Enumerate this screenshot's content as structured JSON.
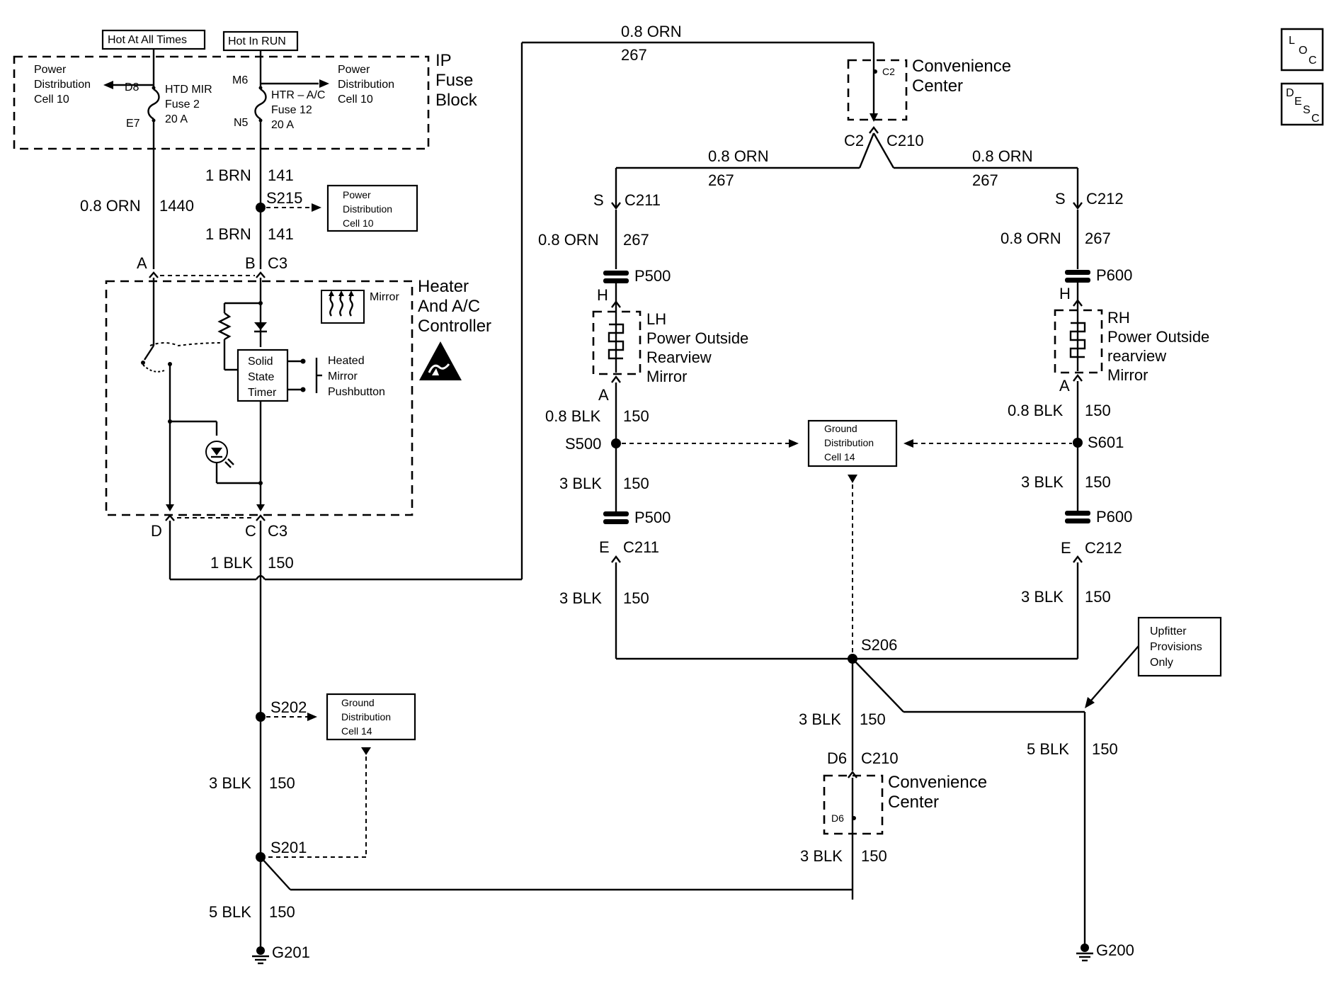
{
  "icons": {
    "loc": "loc-icon",
    "desc": "desc-icon",
    "esd": "esd-warning-icon",
    "mirror": "heated-mirror-icon",
    "ground": "ground-icon",
    "splice": "splice-dot-icon",
    "fuse": "fuse-icon"
  },
  "loc_badge": {
    "big": "L",
    "small1": "O",
    "small2": "C"
  },
  "desc_badge": {
    "big": "D",
    "small1": "E",
    "small2": "S",
    "small3": "C"
  },
  "fuse_block": {
    "hot_at_all_times": "Hot At All Times",
    "hot_in_run": "Hot In RUN",
    "title1": "IP",
    "title2": "Fuse",
    "title3": "Block",
    "left_ref": [
      "Power",
      "Distribution",
      "Cell 10"
    ],
    "right_ref": [
      "Power",
      "Distribution",
      "Cell 10"
    ],
    "d8": "D8",
    "e7": "E7",
    "m6": "M6",
    "n5": "N5",
    "fuse2": [
      "HTD MIR",
      "Fuse 2",
      "20 A"
    ],
    "fuse12": [
      "HTR – A/C",
      "Fuse 12",
      "20 A"
    ]
  },
  "wires": {
    "w1_gauge": "0.8 ORN",
    "w1_num": "1440",
    "brn_a_gauge": "1 BRN",
    "brn_a_num": "141",
    "brn_b_gauge": "1 BRN",
    "brn_b_num": "141",
    "s215": "S215",
    "pd_box": [
      "Power",
      "Distribution",
      "Cell 10"
    ],
    "pinA": "A",
    "pinB": "B",
    "c3_top": "C3",
    "pinD": "D",
    "pinC": "C",
    "c3_bot": "C3",
    "blk1_gauge": "1 BLK",
    "blk1_num": "150",
    "top_gauge": "0.8 ORN",
    "top_num": "267",
    "s202": "S202",
    "gd_box1": [
      "Ground",
      "Distribution",
      "Cell 14"
    ],
    "blk3_gauge": "3 BLK",
    "blk3_num": "150",
    "s201": "S201",
    "blk5_gauge": "5 BLK",
    "blk5_num": "150",
    "g201": "G201"
  },
  "controller": {
    "title": [
      "Heater",
      "And A/C",
      "Controller"
    ],
    "mirror_label": "Mirror",
    "timer": [
      "Solid",
      "State",
      "Timer"
    ],
    "pushbutton": [
      "Heated",
      "Mirror",
      "Pushbutton"
    ]
  },
  "conv_top": {
    "title": [
      "Convenience",
      "Center"
    ],
    "pin": "C2",
    "left_conn": "C2",
    "right_conn": "C210"
  },
  "left_branch": {
    "gauge": "0.8 ORN",
    "num": "267",
    "s": "S",
    "c211": "C211",
    "gauge2": "0.8 ORN",
    "num2": "267",
    "p500": "P500",
    "h": "H",
    "mirror": [
      "LH",
      "Power Outside",
      "Rearview",
      "Mirror"
    ],
    "a": "A",
    "blk_gauge": "0.8 BLK",
    "blk_num": "150",
    "s500": "S500",
    "blk3_gauge": "3 BLK",
    "blk3_num": "150",
    "p500b": "P500",
    "e": "E",
    "c211b": "C211",
    "blk3b_gauge": "3 BLK",
    "blk3b_num": "150"
  },
  "right_branch": {
    "gauge": "0.8 ORN",
    "num": "267",
    "s": "S",
    "c212": "C212",
    "gauge2": "0.8 ORN",
    "num2": "267",
    "p600": "P600",
    "h": "H",
    "mirror": [
      "RH",
      "Power Outside",
      "rearview",
      "Mirror"
    ],
    "a": "A",
    "blk_gauge": "0.8 BLK",
    "blk_num": "150",
    "s601": "S601",
    "blk3_gauge": "3 BLK",
    "blk3_num": "150",
    "p600b": "P600",
    "e": "E",
    "c212b": "C212",
    "blk3b_gauge": "3 BLK",
    "blk3b_num": "150"
  },
  "center": {
    "gd_box": [
      "Ground",
      "Distribution",
      "Cell 14"
    ],
    "s206": "S206",
    "blk3_gauge": "3 BLK",
    "blk3_num": "150",
    "d6": "D6",
    "c210": "C210",
    "conv": [
      "Convenience",
      "Center"
    ],
    "d6_pin": "D6",
    "blk3b_gauge": "3 BLK",
    "blk3b_num": "150",
    "upfitter": [
      "Upfitter",
      "Provisions",
      "Only"
    ],
    "blk5_gauge": "5 BLK",
    "blk5_num": "150",
    "g200": "G200"
  }
}
